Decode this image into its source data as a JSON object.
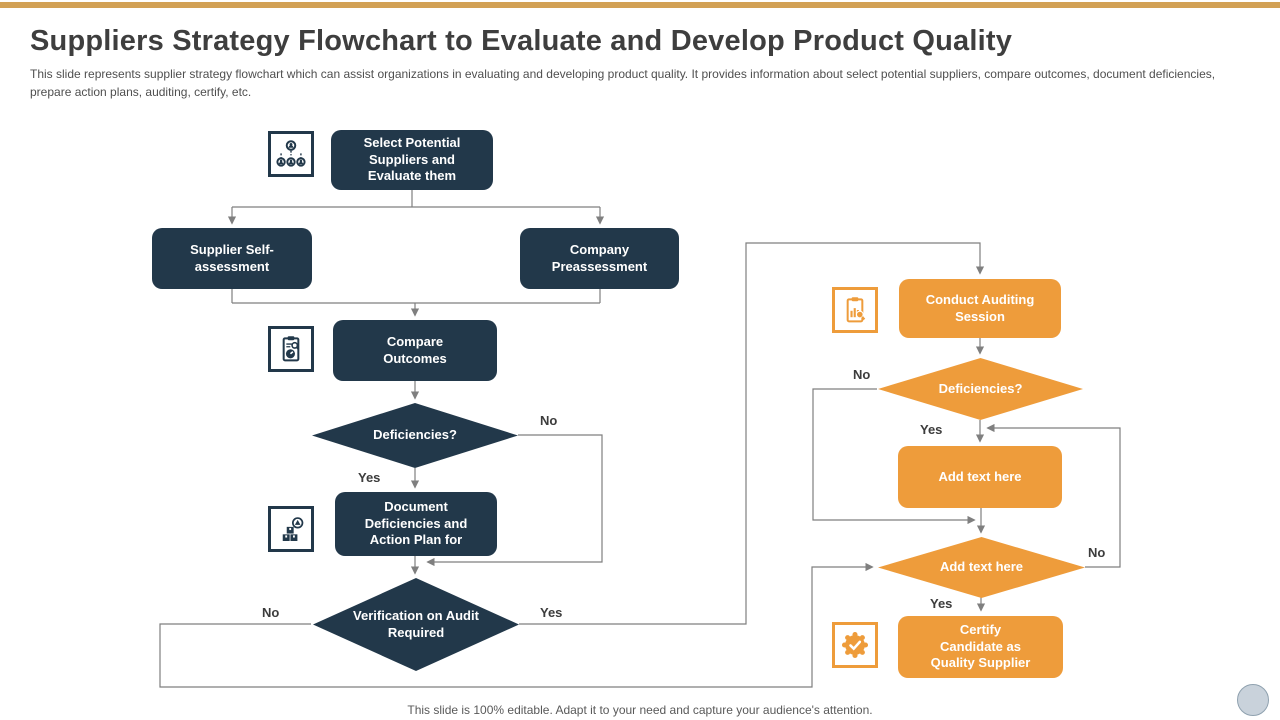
{
  "colors": {
    "navy": "#22384A",
    "orange": "#EE9C3B",
    "gold": "#D2A155",
    "line": "#7f7f7f"
  },
  "header": {
    "title": "Suppliers Strategy Flowchart to Evaluate and Develop Product Quality",
    "description": "This slide represents supplier strategy flowchart which can assist organizations in evaluating and developing product quality. It provides information about select potential suppliers, compare outcomes, document deficiencies, prepare action plans, auditing, certify, etc."
  },
  "flowchart": {
    "left": {
      "select_node": "Select Potential Suppliers and Evaluate them",
      "supplier_self_node": "Supplier Self-assessment",
      "company_pre_node": "Company Preassessment",
      "compare_node": "Compare Outcomes",
      "deficiencies_decision": "Deficiencies?",
      "deficiencies_no": "No",
      "deficiencies_yes": "Yes",
      "document_node": "Document Deficiencies and Action Plan for",
      "verification_decision": "Verification on Audit Required",
      "verification_no": "No",
      "verification_yes": "Yes"
    },
    "right": {
      "conduct_node": "Conduct Auditing Session",
      "deficiencies_decision": "Deficiencies?",
      "deficiencies_no": "No",
      "deficiencies_yes": "Yes",
      "add_text_node": "Add text here",
      "add_text_decision": "Add text here",
      "add_text_no": "No",
      "add_text_yes": "Yes",
      "certify_node": "Certify Candidate as Quality Supplier"
    },
    "icons": {
      "icon1": "hierarchy-icon",
      "icon2": "audit-checklist-icon",
      "icon3": "damaged-goods-warning-icon",
      "icon4": "audit-report-icon",
      "icon5": "certified-badge-icon"
    }
  },
  "footer": {
    "note": "This slide is 100% editable. Adapt it to your need and capture your audience's attention."
  }
}
